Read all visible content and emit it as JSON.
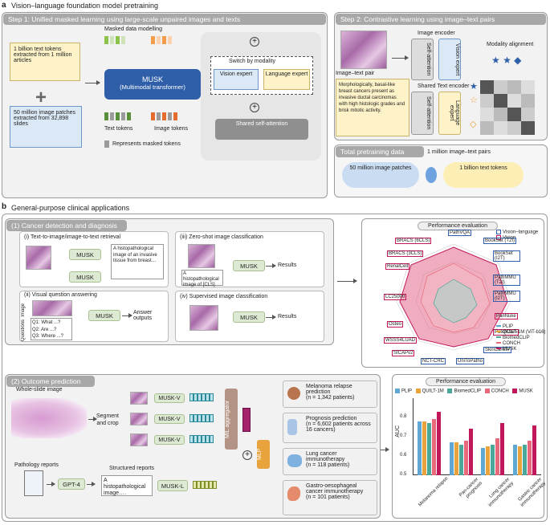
{
  "panel_a": {
    "letter": "a",
    "title": "Vision–language foundation model pretraining",
    "step1": {
      "title": "Step 1: Unified masked learning using large-scale unpaired images and texts",
      "text_source": "1 billion text tokens extracted from 1 million articles",
      "image_source": "50 million image patches extracted from 32,898 slides",
      "masked_modelling": "Masked data modelling",
      "musk_name": "MUSK",
      "musk_sub": "(Multimodal transformer)",
      "text_tokens": "Text tokens",
      "image_tokens": "Image tokens",
      "masked_legend": "Represents masked tokens",
      "switch_label": "Switch by modality",
      "vision_expert": "Vision expert",
      "language_expert": "Language expert",
      "shared_attention": "Shared self-attention"
    },
    "step2": {
      "title": "Step 2: Contrastive learning using image–text pairs",
      "image_encoder": "Image encoder",
      "text_encoder": "Shared Text encoder",
      "self_attention": "Self-attention",
      "vision_expert": "Vision expert",
      "language_expert": "Language expert",
      "modality_alignment": "Modality alignment",
      "pair_label": "Image–text pair",
      "caption": "Morphologically, basal-like breast cancers present as invasive ductal carcinomas with high histologic grades and brisk mitotic activity."
    },
    "total": {
      "title": "Total pretraining data",
      "pairs": "1 million image–text pairs",
      "images": "50 million image patches",
      "texts": "1 billion text tokens"
    }
  },
  "panel_b": {
    "letter": "b",
    "title": "General-purpose clinical applications",
    "cancer": {
      "title": "(1) Cancer detection and diagnosis",
      "retrieval": "(i) Text-to-image/image-to-text retrieval",
      "retrieval_caption": "A histopathological image of an invasive tissue from breast…",
      "zeroshot": "(iii) Zero-shot image classification",
      "zeroshot_caption": "A histopathological image of [CLS]",
      "vqa": "(ii) Visual question answering",
      "image_label": "Image",
      "questions_label": "Questions",
      "q1": "Q1: What ...?",
      "q2": "Q2: Are ...?",
      "q3": "Q3: Where ...?",
      "answer": "Answer outputs",
      "supervised": "(iv) Supervised image classification",
      "results": "Results",
      "musk": "MUSK"
    },
    "radar": {
      "title": "Performance evaluation",
      "legend_vl": "Vision–language",
      "legend_v": "Vision",
      "tasks_vl": [
        "PathVQA",
        "BookSet (T2I)",
        "BookSet (I2T)",
        "PathMMU (T2I)",
        "PathMMU (I2T)",
        "UniToPatho",
        "SkinCancer",
        "NCT-CRC",
        "SICAPv2",
        "PatchCam"
      ],
      "tasks_v": [
        "BRACS (6CLS)",
        "BRACS (3CLS)",
        "RenalCell",
        "LC25000",
        "Osteo",
        "WSSS4LUAD",
        "PanNuke"
      ],
      "models": [
        "PLIP",
        "QUILT-1M (ViT-b16)",
        "BiomedCLIP",
        "CONCH",
        "MUSK"
      ],
      "colors": {
        "PLIP": "#5fa8d3",
        "QUILT-1M (ViT-b16)": "#e8a33d",
        "BiomedCLIP": "#4aa89a",
        "CONCH": "#e86a7a",
        "MUSK": "#c2185b"
      }
    },
    "outcome": {
      "title": "(2) Outcome prediction",
      "wsi": "Whole-slide image",
      "segment": "Segment and crop",
      "muskv": "MUSK-V",
      "mil": "MIL aggregator",
      "mlp": "MLP",
      "reports": "Pathology reports",
      "gpt": "GPT-4",
      "structured": "Structured reports",
      "structured_text": "A histopathological image….",
      "muskl": "MUSK-L",
      "tasks": [
        {
          "name": "Melanoma relapse prediction",
          "n": "(n = 1,342 patients)"
        },
        {
          "name": "Prognosis prediction",
          "n": "(n = 6,602 patients across 16 cancers)"
        },
        {
          "name": "Lung cancer immunotherapy",
          "n": "(n = 118 patients)"
        },
        {
          "name": "Gastro-oesophageal cancer immunotherapy",
          "n": "(n = 101 patients)"
        }
      ]
    },
    "bar_chart": {
      "title": "Performance evaluation",
      "ylabel": "AUC"
    }
  },
  "chart_data": {
    "type": "bar",
    "title": "Performance evaluation",
    "ylabel": "AUC",
    "ylim": [
      0.5,
      0.9
    ],
    "yticks": [
      "0.5",
      "0.6",
      "0.7",
      "0.8"
    ],
    "categories": [
      "Melanoma relapse",
      "Pan-cancer prognosis",
      "Lung cancer immunotherapy",
      "Gastric cancer immunotherapy"
    ],
    "series": [
      {
        "name": "PLIP",
        "color": "#5fa8d3",
        "values": [
          0.78,
          0.67,
          0.64,
          0.66
        ]
      },
      {
        "name": "QUILT-1M",
        "color": "#e8a33d",
        "values": [
          0.78,
          0.67,
          0.65,
          0.65
        ]
      },
      {
        "name": "BiomedCLIP",
        "color": "#4aa89a",
        "values": [
          0.77,
          0.66,
          0.66,
          0.66
        ]
      },
      {
        "name": "CONCH",
        "color": "#e86a7a",
        "values": [
          0.79,
          0.68,
          0.69,
          0.68
        ]
      },
      {
        "name": "MUSK",
        "color": "#c2185b",
        "values": [
          0.83,
          0.74,
          0.77,
          0.76
        ]
      }
    ]
  }
}
